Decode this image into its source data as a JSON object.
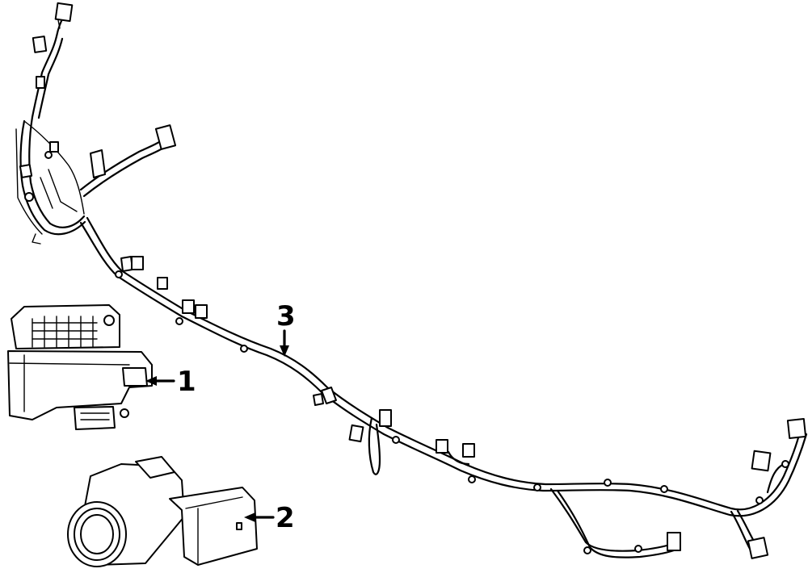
{
  "callouts": [
    {
      "id": "1",
      "label": "1"
    },
    {
      "id": "2",
      "label": "2"
    },
    {
      "id": "3",
      "label": "3"
    }
  ],
  "parts": [
    {
      "callout": "1",
      "name": "control-module"
    },
    {
      "callout": "2",
      "name": "parking-sensor"
    },
    {
      "callout": "3",
      "name": "wiring-harness"
    }
  ]
}
